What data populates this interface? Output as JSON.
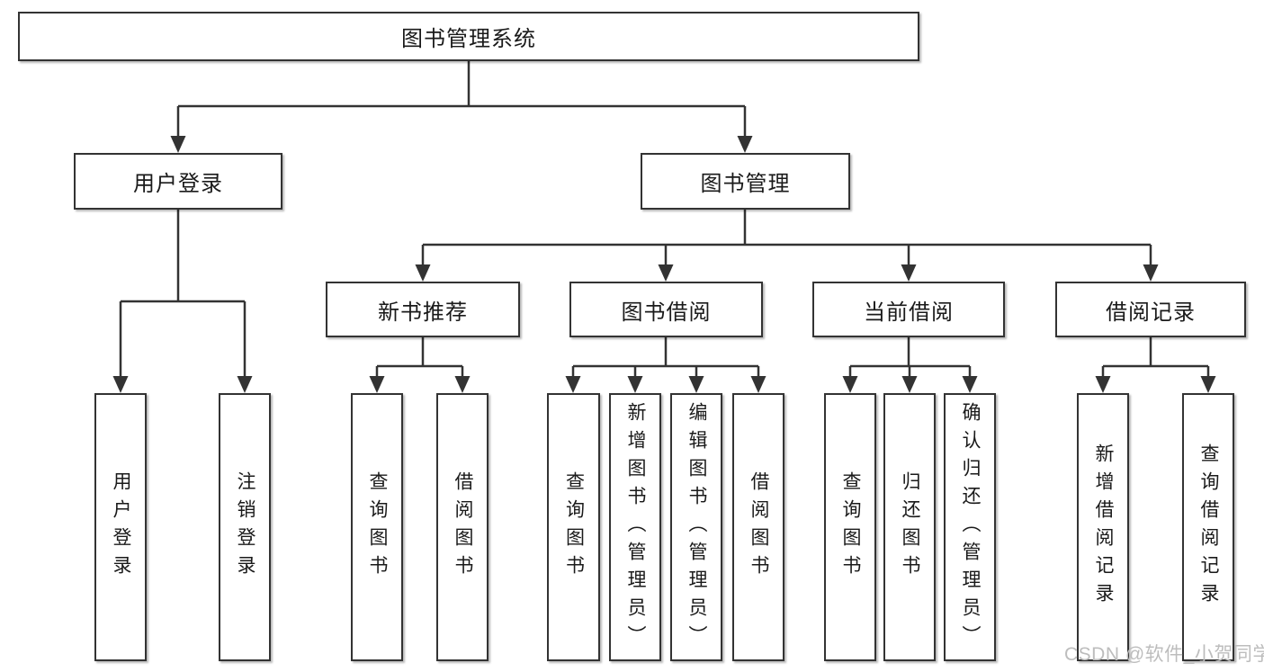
{
  "watermark": "CSDN @软件_小贺同学",
  "colors": {
    "line": "#333333",
    "box_border": "#333333",
    "text": "#1a1a1a",
    "watermark": "#bdbdbd",
    "background": "#ffffff"
  },
  "tree": {
    "label": "图书管理系统",
    "children": [
      {
        "label": "用户登录",
        "children": [
          {
            "label": "用户登录"
          },
          {
            "label": "注销登录"
          }
        ]
      },
      {
        "label": "图书管理",
        "children": [
          {
            "label": "新书推荐",
            "children": [
              {
                "label": "查询图书"
              },
              {
                "label": "借阅图书"
              }
            ]
          },
          {
            "label": "图书借阅",
            "children": [
              {
                "label": "查询图书"
              },
              {
                "label": "新增图书（管理员）"
              },
              {
                "label": "编辑图书（管理员）"
              },
              {
                "label": "借阅图书"
              }
            ]
          },
          {
            "label": "当前借阅",
            "children": [
              {
                "label": "查询图书"
              },
              {
                "label": "归还图书"
              },
              {
                "label": "确认归还（管理员）"
              }
            ]
          },
          {
            "label": "借阅记录",
            "children": [
              {
                "label": "新增借阅记录"
              },
              {
                "label": "查询借阅记录"
              }
            ]
          }
        ]
      }
    ]
  }
}
